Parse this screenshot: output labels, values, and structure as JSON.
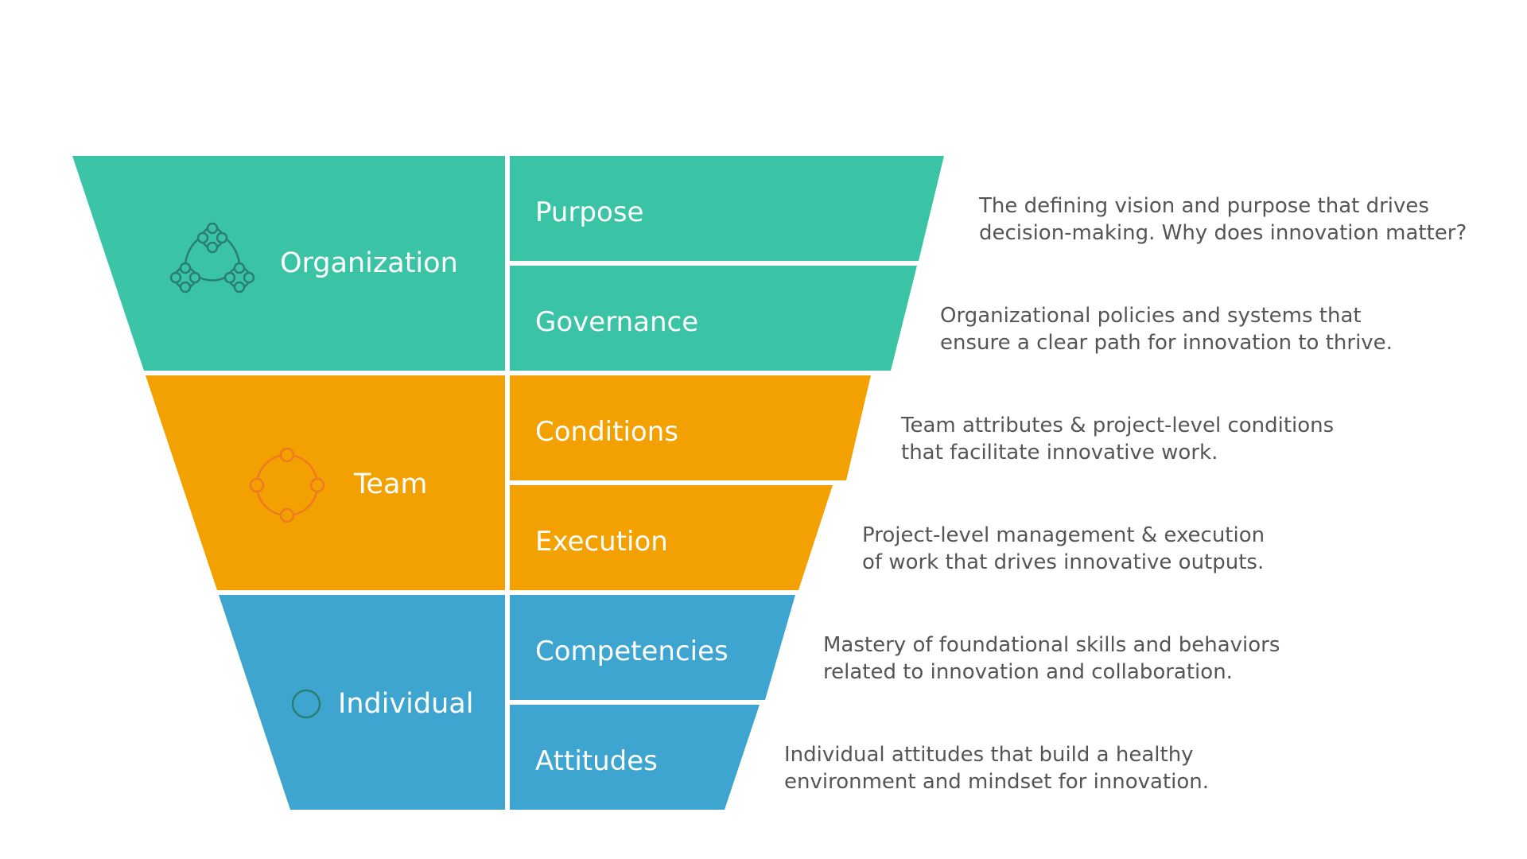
{
  "colors": {
    "organization": "#3AC4A5",
    "team": "#F3A001",
    "individual": "#3DA5D0",
    "team_icon": "#EE7A22",
    "org_icon": "#2A7F70",
    "individual_icon": "#2A7F70",
    "description_text": "#555555"
  },
  "groups": [
    {
      "label": "Organization",
      "icon": "three-node-cluster-icon",
      "subgroups": [
        {
          "label": "Purpose",
          "description": [
            "The defining vision and purpose that drives",
            "decision-making. Why does innovation matter?"
          ]
        },
        {
          "label": "Governance",
          "description": [
            "Organizational policies and systems that",
            "ensure a clear path for innovation to thrive."
          ]
        }
      ]
    },
    {
      "label": "Team",
      "icon": "circle-four-nodes-icon",
      "subgroups": [
        {
          "label": "Conditions",
          "description": [
            "Team attributes & project-level conditions",
            "that facilitate innovative work."
          ]
        },
        {
          "label": "Execution",
          "description": [
            "Project-level management & execution",
            "of work that drives innovative outputs."
          ]
        }
      ]
    },
    {
      "label": "Individual",
      "icon": "single-circle-icon",
      "subgroups": [
        {
          "label": "Competencies",
          "description": [
            "Mastery of foundational skills and behaviors",
            "related to innovation and collaboration."
          ]
        },
        {
          "label": "Attitudes",
          "description": [
            "Individual attitudes that build a healthy",
            "environment and mindset for innovation."
          ]
        }
      ]
    }
  ]
}
